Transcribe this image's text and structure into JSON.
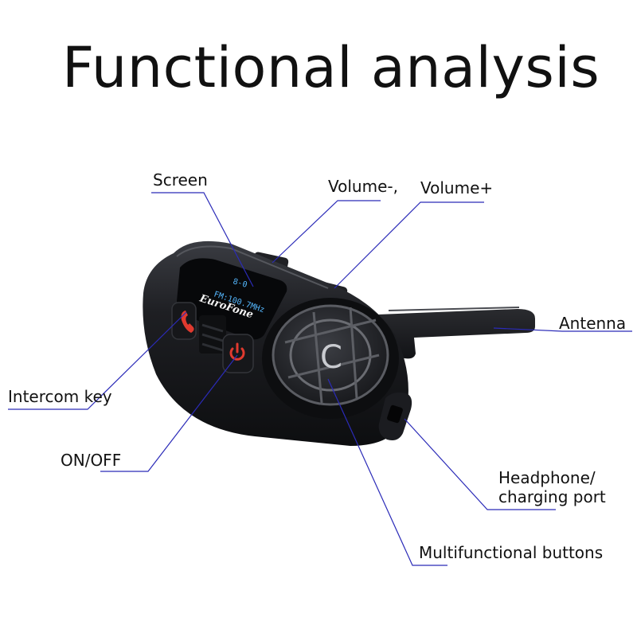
{
  "title": "Functional analysis",
  "labels": {
    "screen": "Screen",
    "volume_minus": "Volume-,",
    "volume_plus": "Volume+",
    "antenna": "Antenna",
    "intercom_key": "Intercom key",
    "on_off": "ON/OFF",
    "headphone_line1": "Headphone/",
    "headphone_line2": "charging port",
    "multifunctional_buttons": "Multifunctional buttons"
  },
  "device": {
    "brand": "EuroFone",
    "screen_line1": "8-0",
    "screen_line2": "FM:100.7MHz",
    "center_button_glyph": "C"
  },
  "colors": {
    "leader_line": "#2b2bb8",
    "device_body": "#1c1d21",
    "screen_text": "#55b8ff",
    "button_icon": "#e03a2f"
  }
}
